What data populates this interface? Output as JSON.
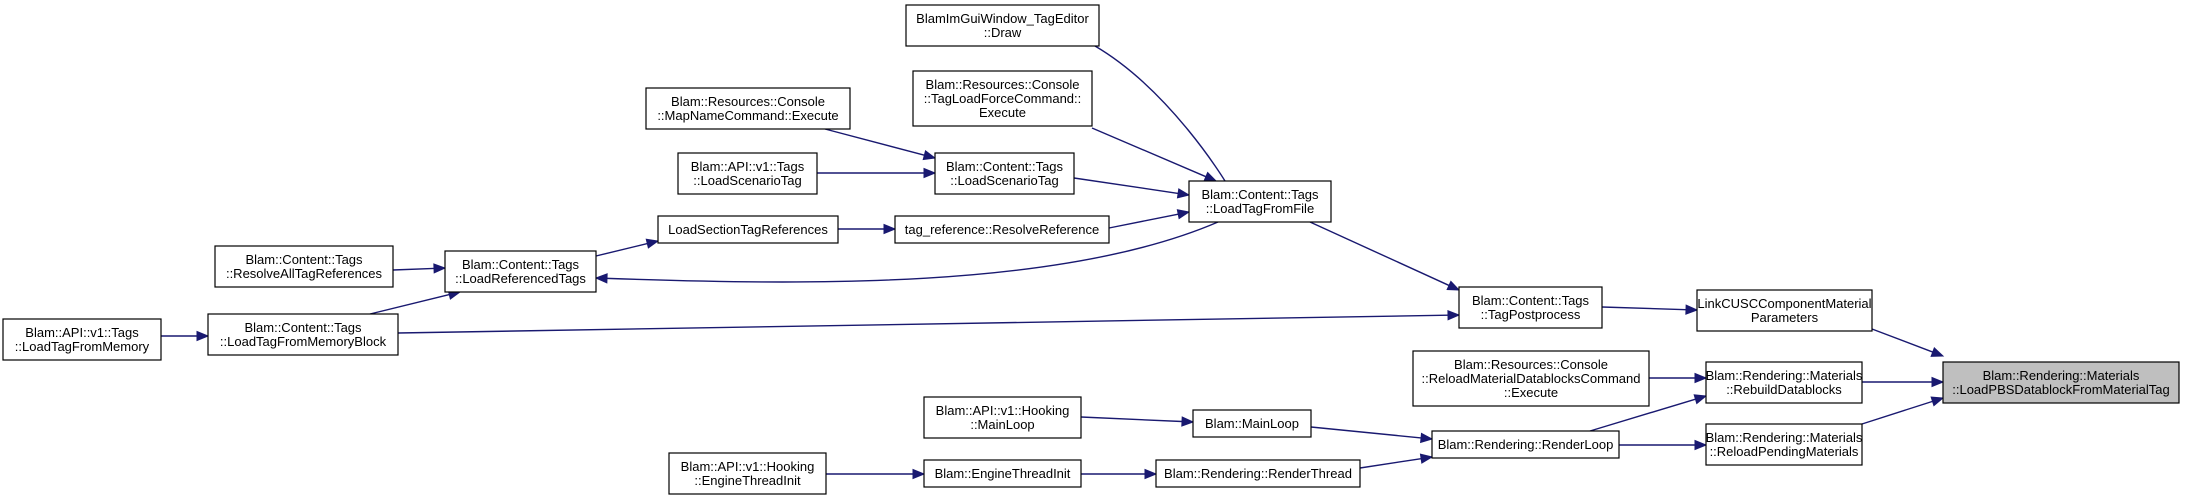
{
  "graph": {
    "nodes": [
      {
        "id": "load_pbs",
        "lines": [
          "Blam::Rendering::Materials",
          "::LoadPBSDatablockFromMaterialTag"
        ],
        "highlight": true
      },
      {
        "id": "link_cusc",
        "lines": [
          "LinkCUSCComponentMaterial",
          "Parameters"
        ]
      },
      {
        "id": "rebuild_datablocks",
        "lines": [
          "Blam::Rendering::Materials",
          "::RebuildDatablocks"
        ]
      },
      {
        "id": "reload_pending",
        "lines": [
          "Blam::Rendering::Materials",
          "::ReloadPendingMaterials"
        ]
      },
      {
        "id": "tag_postprocess",
        "lines": [
          "Blam::Content::Tags",
          "::TagPostprocess"
        ]
      },
      {
        "id": "reload_material_cmd",
        "lines": [
          "Blam::Resources::Console",
          "::ReloadMaterialDatablocksCommand",
          "::Execute"
        ]
      },
      {
        "id": "render_loop",
        "lines": [
          "Blam::Rendering::RenderLoop"
        ]
      },
      {
        "id": "load_tag_from_file",
        "lines": [
          "Blam::Content::Tags",
          "::LoadTagFromFile"
        ]
      },
      {
        "id": "load_tag_from_memory_block",
        "lines": [
          "Blam::Content::Tags",
          "::LoadTagFromMemoryBlock"
        ]
      },
      {
        "id": "main_loop",
        "lines": [
          "Blam::MainLoop"
        ]
      },
      {
        "id": "render_thread",
        "lines": [
          "Blam::Rendering::RenderThread"
        ]
      },
      {
        "id": "tag_editor_draw",
        "lines": [
          "BlamImGuiWindow_TagEditor",
          "::Draw"
        ]
      },
      {
        "id": "tagload_force_cmd",
        "lines": [
          "Blam::Resources::Console",
          "::TagLoadForceCommand::",
          "Execute"
        ]
      },
      {
        "id": "content_load_scenario",
        "lines": [
          "Blam::Content::Tags",
          "::LoadScenarioTag"
        ]
      },
      {
        "id": "resolve_reference",
        "lines": [
          "tag_reference::ResolveReference"
        ]
      },
      {
        "id": "load_referenced_tags",
        "lines": [
          "Blam::Content::Tags",
          "::LoadReferencedTags"
        ]
      },
      {
        "id": "api_load_tag_from_memory",
        "lines": [
          "Blam::API::v1::Tags",
          "::LoadTagFromMemory"
        ]
      },
      {
        "id": "hooking_main_loop",
        "lines": [
          "Blam::API::v1::Hooking",
          "::MainLoop"
        ]
      },
      {
        "id": "engine_thread_init",
        "lines": [
          "Blam::EngineThreadInit"
        ]
      },
      {
        "id": "mapname_cmd",
        "lines": [
          "Blam::Resources::Console",
          "::MapNameCommand::Execute"
        ]
      },
      {
        "id": "api_load_scenario",
        "lines": [
          "Blam::API::v1::Tags",
          "::LoadScenarioTag"
        ]
      },
      {
        "id": "load_section_tag_refs",
        "lines": [
          "LoadSectionTagReferences"
        ]
      },
      {
        "id": "resolve_all_tag_refs",
        "lines": [
          "Blam::Content::Tags",
          "::ResolveAllTagReferences"
        ]
      },
      {
        "id": "hooking_engine_thread_init",
        "lines": [
          "Blam::API::v1::Hooking",
          "::EngineThreadInit"
        ]
      }
    ],
    "edges": [
      {
        "from": "link_cusc",
        "to": "load_pbs"
      },
      {
        "from": "rebuild_datablocks",
        "to": "load_pbs"
      },
      {
        "from": "reload_pending",
        "to": "load_pbs"
      },
      {
        "from": "tag_postprocess",
        "to": "link_cusc"
      },
      {
        "from": "load_tag_from_file",
        "to": "tag_postprocess"
      },
      {
        "from": "load_tag_from_memory_block",
        "to": "tag_postprocess"
      },
      {
        "from": "reload_material_cmd",
        "to": "rebuild_datablocks"
      },
      {
        "from": "render_loop",
        "to": "rebuild_datablocks"
      },
      {
        "from": "render_loop",
        "to": "reload_pending"
      },
      {
        "from": "main_loop",
        "to": "render_loop"
      },
      {
        "from": "render_thread",
        "to": "render_loop"
      },
      {
        "from": "hooking_main_loop",
        "to": "main_loop"
      },
      {
        "from": "engine_thread_init",
        "to": "render_thread"
      },
      {
        "from": "hooking_engine_thread_init",
        "to": "engine_thread_init"
      },
      {
        "from": "tag_editor_draw",
        "to": "load_tag_from_file"
      },
      {
        "from": "tagload_force_cmd",
        "to": "load_tag_from_file"
      },
      {
        "from": "content_load_scenario",
        "to": "load_tag_from_file"
      },
      {
        "from": "resolve_reference",
        "to": "load_tag_from_file"
      },
      {
        "from": "mapname_cmd",
        "to": "content_load_scenario"
      },
      {
        "from": "api_load_scenario",
        "to": "content_load_scenario"
      },
      {
        "from": "load_section_tag_refs",
        "to": "resolve_reference"
      },
      {
        "from": "load_referenced_tags",
        "to": "load_section_tag_refs"
      },
      {
        "from": "load_tag_from_file",
        "to": "load_referenced_tags"
      },
      {
        "from": "resolve_all_tag_refs",
        "to": "load_referenced_tags"
      },
      {
        "from": "load_tag_from_memory_block",
        "to": "load_referenced_tags"
      },
      {
        "from": "api_load_tag_from_memory",
        "to": "load_tag_from_memory_block"
      }
    ]
  },
  "colors": {
    "edge": "#191970",
    "node_border": "#000000",
    "node_fill": "#ffffff",
    "highlight_fill": "#bfbfbf"
  }
}
